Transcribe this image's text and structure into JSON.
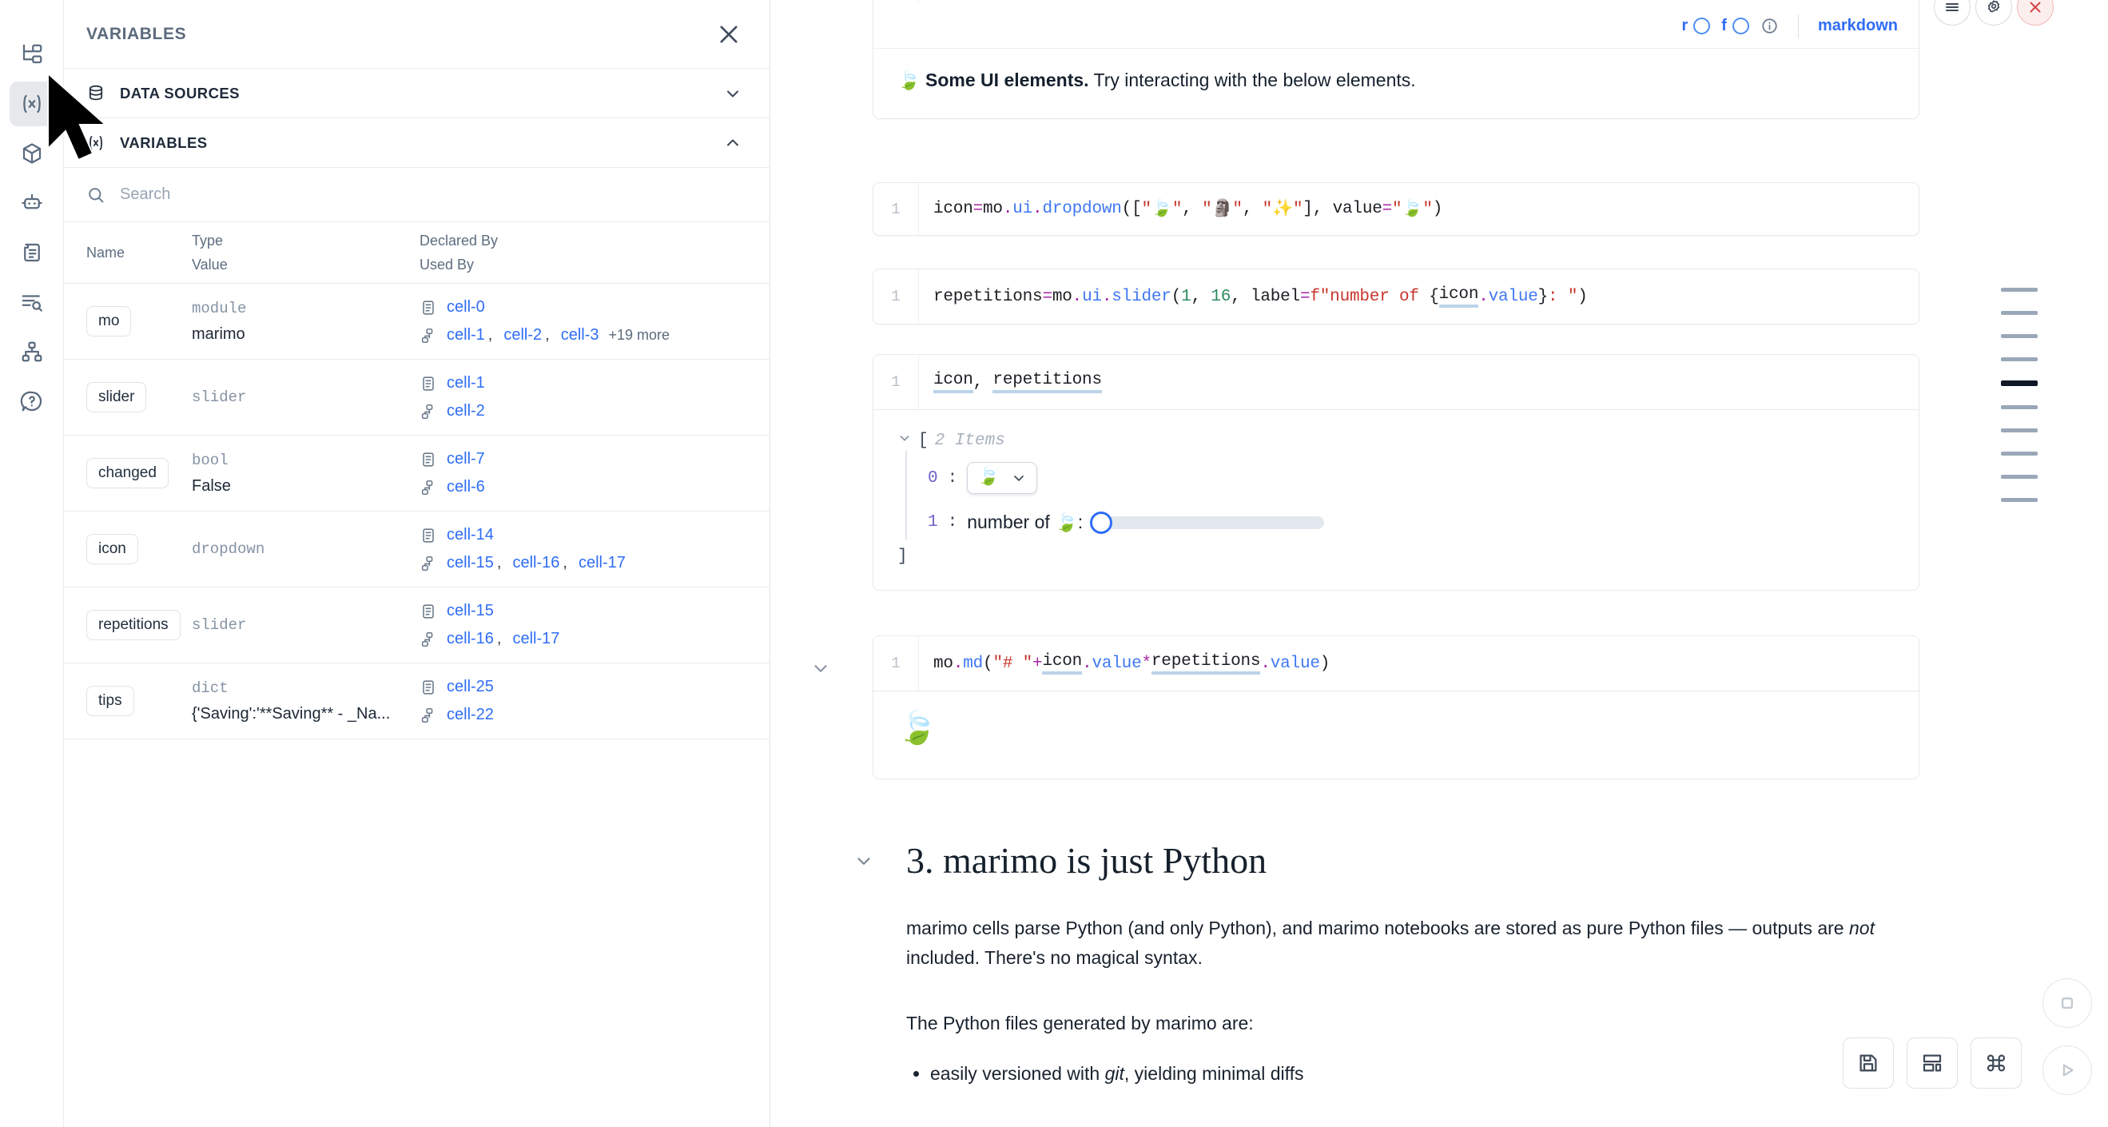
{
  "rail": {
    "items": [
      {
        "name": "file-tree-icon",
        "title": "File explorer"
      },
      {
        "name": "variables-icon",
        "title": "Variables",
        "active": true
      },
      {
        "name": "package-cube-icon",
        "title": "Packages"
      },
      {
        "name": "robot-icon",
        "title": "Chat / AI"
      },
      {
        "name": "scroll-document-icon",
        "title": "Outline"
      },
      {
        "name": "search-list-icon",
        "title": "Find"
      },
      {
        "name": "dependency-graph-icon",
        "title": "Dependencies"
      },
      {
        "name": "help-question-icon",
        "title": "Help"
      }
    ]
  },
  "panel": {
    "title": "VARIABLES",
    "close_label": "×",
    "sections": [
      {
        "label": "DATA SOURCES",
        "expanded": false
      },
      {
        "label": "VARIABLES",
        "expanded": true
      }
    ],
    "search": {
      "value": "",
      "placeholder": "Search"
    },
    "table": {
      "headers": {
        "name": "Name",
        "type": "Type",
        "value": "Value",
        "declared_by": "Declared By",
        "used_by": "Used By"
      },
      "rows": [
        {
          "name": "mo",
          "type": "module",
          "value": "marimo",
          "declared_by": [
            "cell-0"
          ],
          "used_by": [
            "cell-1",
            "cell-2",
            "cell-3"
          ],
          "used_by_more": "+19 more"
        },
        {
          "name": "slider",
          "type": "slider",
          "value": "",
          "declared_by": [
            "cell-1"
          ],
          "used_by": [
            "cell-2"
          ],
          "used_by_more": ""
        },
        {
          "name": "changed",
          "type": "bool",
          "value": "False",
          "declared_by": [
            "cell-7"
          ],
          "used_by": [
            "cell-6"
          ],
          "used_by_more": ""
        },
        {
          "name": "icon",
          "type": "dropdown",
          "value": "",
          "declared_by": [
            "cell-14"
          ],
          "used_by": [
            "cell-15",
            "cell-16",
            "cell-17"
          ],
          "used_by_more": ""
        },
        {
          "name": "repetitions",
          "type": "slider",
          "value": "",
          "declared_by": [
            "cell-15"
          ],
          "used_by": [
            "cell-16",
            "cell-17"
          ],
          "used_by_more": ""
        },
        {
          "name": "tips",
          "type": "dict",
          "value": "{'Saving':'**Saving** - _Na...",
          "declared_by": [
            "cell-25"
          ],
          "used_by": [
            "cell-22"
          ],
          "used_by_more": ""
        }
      ]
    }
  },
  "notebook": {
    "md_cell": {
      "toolbar": {
        "reactive_label": "r",
        "frozen_label": "f",
        "info_icon": "info-icon",
        "language": "markdown"
      },
      "rendered_prefix": "🍃",
      "rendered_bold": "Some UI elements.",
      "rendered_rest": " Try interacting with the below elements.",
      "actions": [
        {
          "name": "cell-menu-button",
          "glyph": "menu"
        },
        {
          "name": "cell-settings-button",
          "glyph": "gear"
        },
        {
          "name": "cell-delete-button",
          "glyph": "close"
        }
      ]
    },
    "cells": [
      {
        "id": "dropdown-cell",
        "line_number": "1",
        "code_plain": "icon = mo.ui.dropdown([\"🍃\", \"🗿\", \"✨\"], value=\"🍃\")"
      },
      {
        "id": "slider-cell",
        "line_number": "1",
        "code_plain": "repetitions = mo.ui.slider(1, 16, label=f\"number of {icon.value}: \")"
      },
      {
        "id": "display-cell",
        "line_number": "1",
        "code_plain": "icon, repetitions",
        "output": {
          "bracket_open": "[",
          "items_label": "2 Items",
          "bracket_close": "]",
          "entries": [
            {
              "index": "0",
              "widget": "dropdown",
              "value_emoji": "🍃"
            },
            {
              "index": "1",
              "widget": "slider",
              "label": "number of 🍃:",
              "value": 1,
              "min": 1,
              "max": 16
            }
          ]
        }
      },
      {
        "id": "md-output-cell",
        "line_number": "1",
        "code_plain": "mo.md(\"# \" + icon.value * repetitions.value)",
        "output": {
          "heading_emoji": "🍃"
        }
      }
    ],
    "section": {
      "heading": "3. marimo is just Python",
      "paragraph_1_a": "marimo cells parse Python (and only Python), and marimo notebooks are stored as pure Python files — outputs are ",
      "paragraph_1_italic": "not",
      "paragraph_1_b": " included. There's no magical syntax.",
      "paragraph_2": "The Python files generated by marimo are:",
      "bullet_1_a": "easily versioned with ",
      "bullet_1_italic": "git",
      "bullet_1_b": ", yielding minimal diffs"
    },
    "minimap": {
      "count": 10,
      "active_index": 4
    },
    "bottom_toolbar": [
      {
        "name": "save-button",
        "glyph": "save"
      },
      {
        "name": "layout-button",
        "glyph": "layout"
      },
      {
        "name": "command-palette-button",
        "glyph": "command"
      }
    ],
    "right_buttons": [
      {
        "name": "stop-button",
        "glyph": "stop"
      },
      {
        "name": "run-button",
        "glyph": "play"
      }
    ]
  },
  "colors": {
    "accent_blue": "#2f6df6",
    "link_blue": "#2f6df6",
    "muted": "#8593a4",
    "danger": "#d64545",
    "code_string": "#c8372d",
    "code_number": "#2c8a5e",
    "code_keyword": "#a626a4",
    "code_attr": "#4078f2"
  }
}
